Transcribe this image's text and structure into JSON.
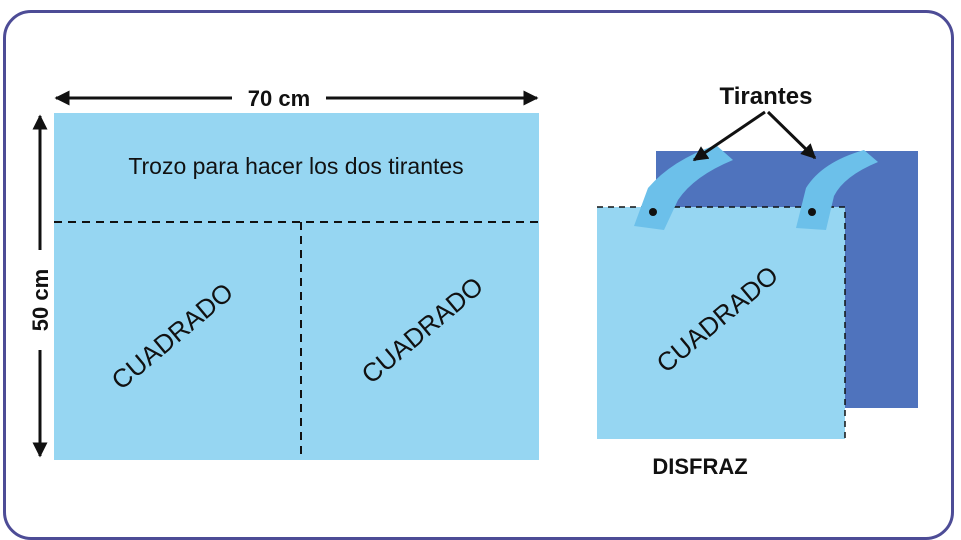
{
  "colors": {
    "frame": "#4d4c96",
    "light_fabric": "#96d6f2",
    "dark_fabric": "#4f73bd",
    "strap": "#6cc0ea",
    "ink": "#111111"
  },
  "pattern": {
    "width_label": "70 cm",
    "height_label": "50 cm",
    "strip_label": "Trozo para hacer los dos tirantes",
    "square_left_label": "CUADRADO",
    "square_right_label": "CUADRADO"
  },
  "costume": {
    "straps_label": "Tirantes",
    "square_label": "CUADRADO",
    "caption": "DISFRAZ"
  }
}
